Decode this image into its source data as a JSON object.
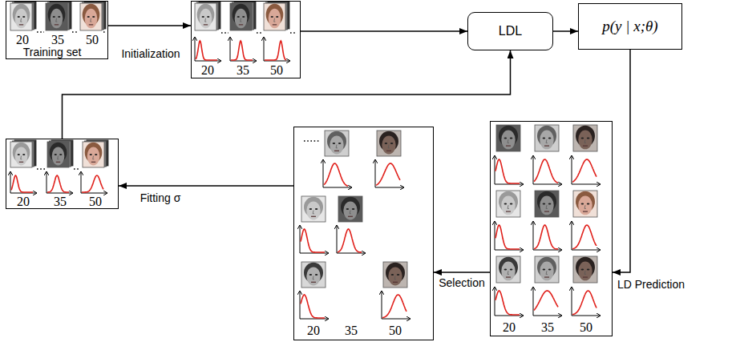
{
  "diagram": {
    "nodes": [
      {
        "text": [
          "20",
          "35",
          "50",
          "Training set"
        ]
      },
      {
        "text": [
          "20",
          "35",
          "50"
        ]
      },
      {
        "text": [
          "LDL"
        ]
      },
      {
        "text": [
          "p(y | x;θ)"
        ]
      },
      {
        "text": [
          "20",
          "35",
          "50"
        ]
      },
      {
        "text": [
          "20",
          "35",
          "50"
        ]
      },
      {
        "text": [
          "20",
          "35",
          "50"
        ]
      }
    ],
    "edges": [
      {
        "from": 0,
        "to": 1,
        "label": "Initialization",
        "arrow": "to"
      },
      {
        "from": 1,
        "to": 2,
        "arrow": "to"
      },
      {
        "from": 2,
        "to": 3,
        "arrow": "to"
      },
      {
        "from": 3,
        "to": 4,
        "label": "LD Prediction",
        "arrow": "to"
      },
      {
        "from": 4,
        "to": 5,
        "label": "Selection",
        "arrow": "to"
      },
      {
        "from": 5,
        "to": 6,
        "label": "Fitting σ",
        "arrow": "to"
      },
      {
        "from": 6,
        "to": 2,
        "arrow": "to"
      }
    ]
  }
}
